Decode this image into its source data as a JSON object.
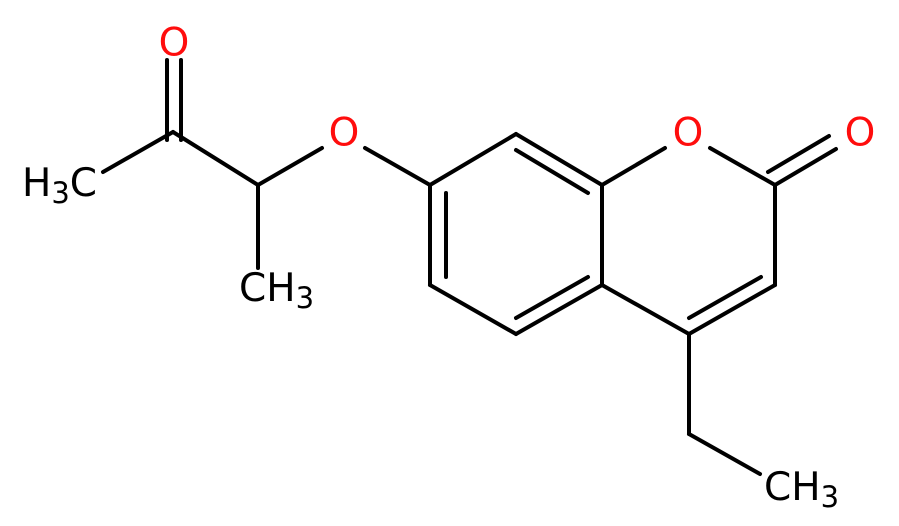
{
  "colors": {
    "bond": "#000000",
    "carbon_label": "#000000",
    "oxygen_label": "#ff0d0d",
    "background": "#ffffff"
  },
  "atoms": {
    "o_ketone": {
      "label": "O"
    },
    "o_ether": {
      "label": "O"
    },
    "o_ring": {
      "label": "O"
    },
    "o_carbonyl": {
      "label": "O"
    },
    "ch3_left": {
      "main": "H",
      "sub": "3",
      "tail": "C"
    },
    "ch3_side": {
      "main": "CH",
      "sub": "3"
    },
    "ch3_ethyl": {
      "main": "CH",
      "sub": "3"
    }
  }
}
